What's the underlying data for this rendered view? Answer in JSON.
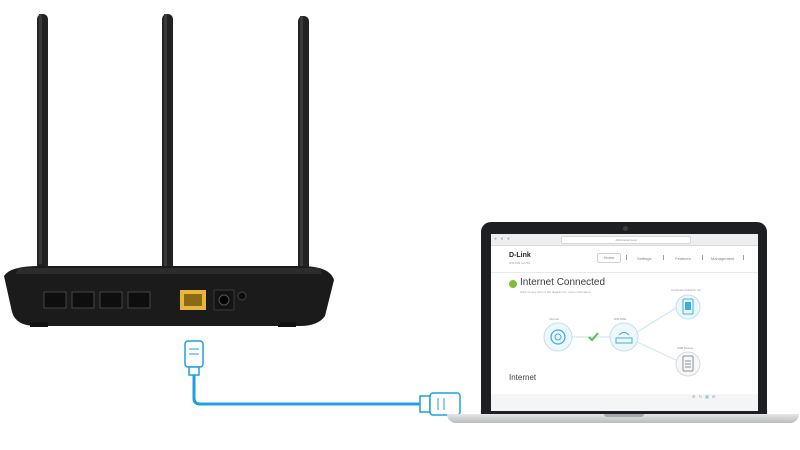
{
  "browser": {
    "window_dots": "● ● ●",
    "url": "dlinkrouter.local"
  },
  "dlink_ui": {
    "logo": "D-Link",
    "logo_subtitle": "DIR-809 AC750",
    "nav": {
      "home": "Home",
      "settings": "Settings",
      "features": "Features",
      "management": "Management"
    },
    "status_title": "Internet Connected",
    "status_hint": "Click on any item in the diagram for more information.",
    "nodes": {
      "internet": "Internet",
      "router": "DIR-809L",
      "clients": "Connected Clients: 10",
      "usb": "USB Device"
    },
    "section_title": "Internet",
    "bottom_icons": "⚙ ↻ ▦ ✉"
  },
  "colors": {
    "accent": "#3bb0e4",
    "status_green": "#7cbf3a",
    "cable": "#1f9fe0",
    "router_body": "#1b1b1b",
    "lan_port_yellow": "#e7b73b"
  }
}
